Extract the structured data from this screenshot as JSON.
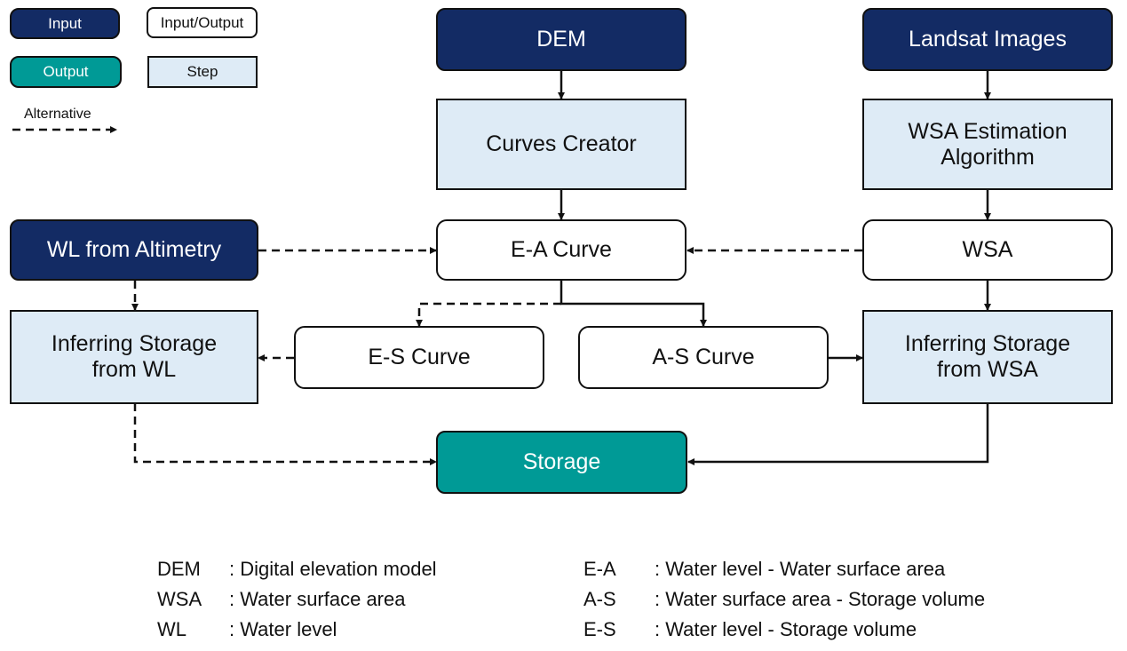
{
  "legend": {
    "input": "Input",
    "input_output": "Input/Output",
    "output": "Output",
    "step": "Step",
    "alternative": "Alternative"
  },
  "nodes": {
    "dem": "DEM",
    "landsat": "Landsat Images",
    "curves_creator": "Curves Creator",
    "wsa_estimation_line1": "WSA Estimation",
    "wsa_estimation_line2": "Algorithm",
    "wl_altimetry": "WL from Altimetry",
    "ea_curve": "E-A Curve",
    "wsa": "WSA",
    "infer_wl_line1": "Inferring Storage",
    "infer_wl_line2": "from WL",
    "es_curve": "E-S Curve",
    "as_curve": "A-S Curve",
    "infer_wsa_line1": "Inferring Storage",
    "infer_wsa_line2": "from WSA",
    "storage": "Storage"
  },
  "abbreviations": [
    {
      "term": "DEM",
      "definition": ": Digital elevation model"
    },
    {
      "term": "WSA",
      "definition": ": Water surface area"
    },
    {
      "term": "WL",
      "definition": ": Water level"
    },
    {
      "term": "E-A",
      "definition": ": Water level - Water surface area"
    },
    {
      "term": "A-S",
      "definition": ": Water surface area - Storage volume"
    },
    {
      "term": "E-S",
      "definition": ": Water level - Storage volume"
    }
  ],
  "colors": {
    "input": "#132b64",
    "output": "#009a96",
    "step": "#deebf6",
    "io": "#ffffff"
  }
}
